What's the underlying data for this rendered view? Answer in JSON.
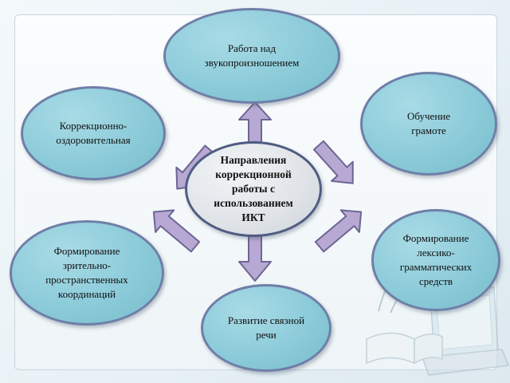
{
  "colors": {
    "node_fill": "#8ccbd9",
    "node_border": "#6f7fa8",
    "center_fill": "#dfe3e8",
    "center_border": "#4f5c82",
    "arrow_fill": "#b7a9d3",
    "arrow_stroke": "#6d6593"
  },
  "center": {
    "lines": [
      "Направления",
      "коррекционной",
      "работы с",
      "использованием",
      "ИКТ"
    ]
  },
  "nodes": {
    "top": {
      "lines": [
        "Работа над",
        "звукопроизношением"
      ]
    },
    "top_right": {
      "lines": [
        "Обучение",
        "грамоте"
      ]
    },
    "right": {
      "lines": [
        "Формирование",
        "лексико-",
        "грамматических",
        "средств"
      ]
    },
    "bottom": {
      "lines": [
        "Развитие связной",
        "речи"
      ]
    },
    "left": {
      "lines": [
        "Формирование",
        "зрительно-",
        "пространственных",
        "координаций"
      ]
    },
    "top_left": {
      "lines": [
        "Коррекционно-",
        "оздоровительная"
      ]
    }
  }
}
